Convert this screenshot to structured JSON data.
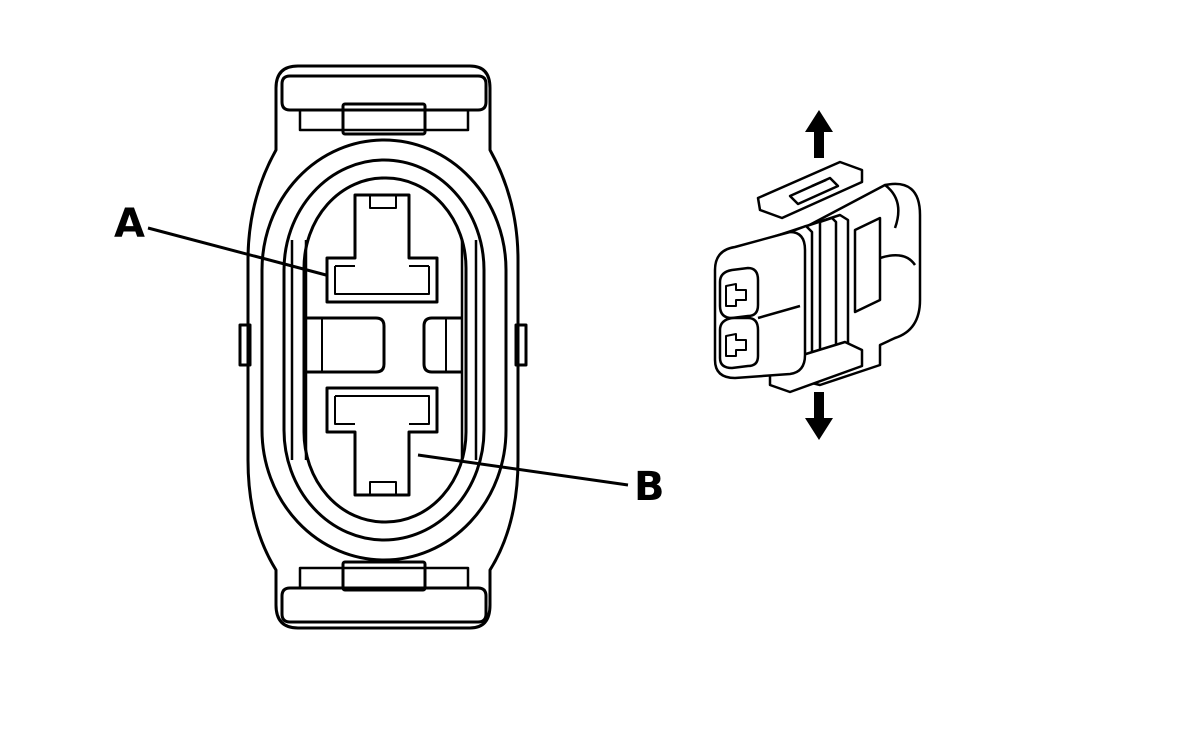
{
  "diagram": {
    "callouts": [
      {
        "id": "A",
        "label": "A"
      },
      {
        "id": "B",
        "label": "B"
      }
    ],
    "colors": {
      "stroke": "#000000",
      "background": "#ffffff"
    },
    "icons": [
      "arrow-up-icon",
      "arrow-down-icon"
    ]
  }
}
